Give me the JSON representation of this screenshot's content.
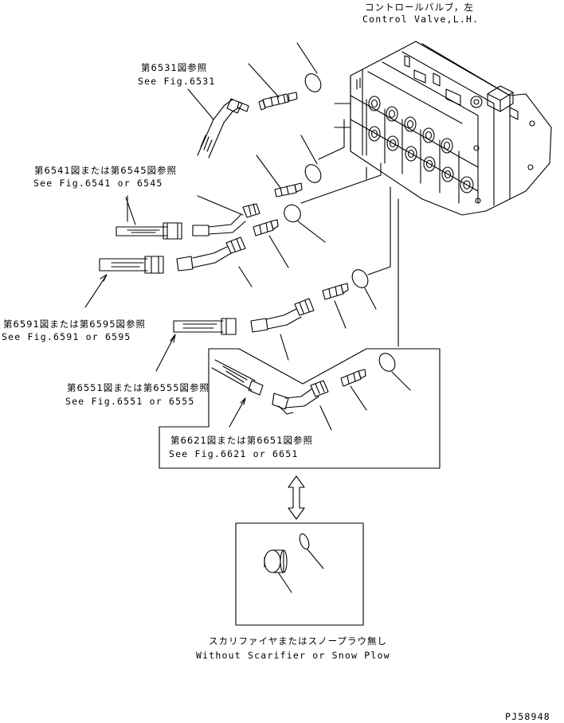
{
  "title": {
    "ja": "コントロールバルブ，左",
    "en": "Control Valve,L.H."
  },
  "references": [
    {
      "id": "ref-6531",
      "ja": "第6531図参照",
      "en": "See Fig.6531"
    },
    {
      "id": "ref-6541",
      "ja": "第6541図または第6545図参照",
      "en": "See Fig.6541 or 6545"
    },
    {
      "id": "ref-6591",
      "ja": "第6591図または第6595図参照",
      "en": "See Fig.6591 or 6595"
    },
    {
      "id": "ref-6551",
      "ja": "第6551図または第6555図参照",
      "en": "See Fig.6551 or 6555"
    },
    {
      "id": "ref-6621",
      "ja": "第6621図または第6651図参照",
      "en": "See Fig.6621 or 6651"
    }
  ],
  "alternative": {
    "ja": "スカリファイヤまたはスノープラウ無し",
    "en": "Without Scarifier or Snow Plow"
  },
  "drawing_number": "PJ58948",
  "colors": {
    "line": "#000000",
    "background": "#ffffff"
  }
}
